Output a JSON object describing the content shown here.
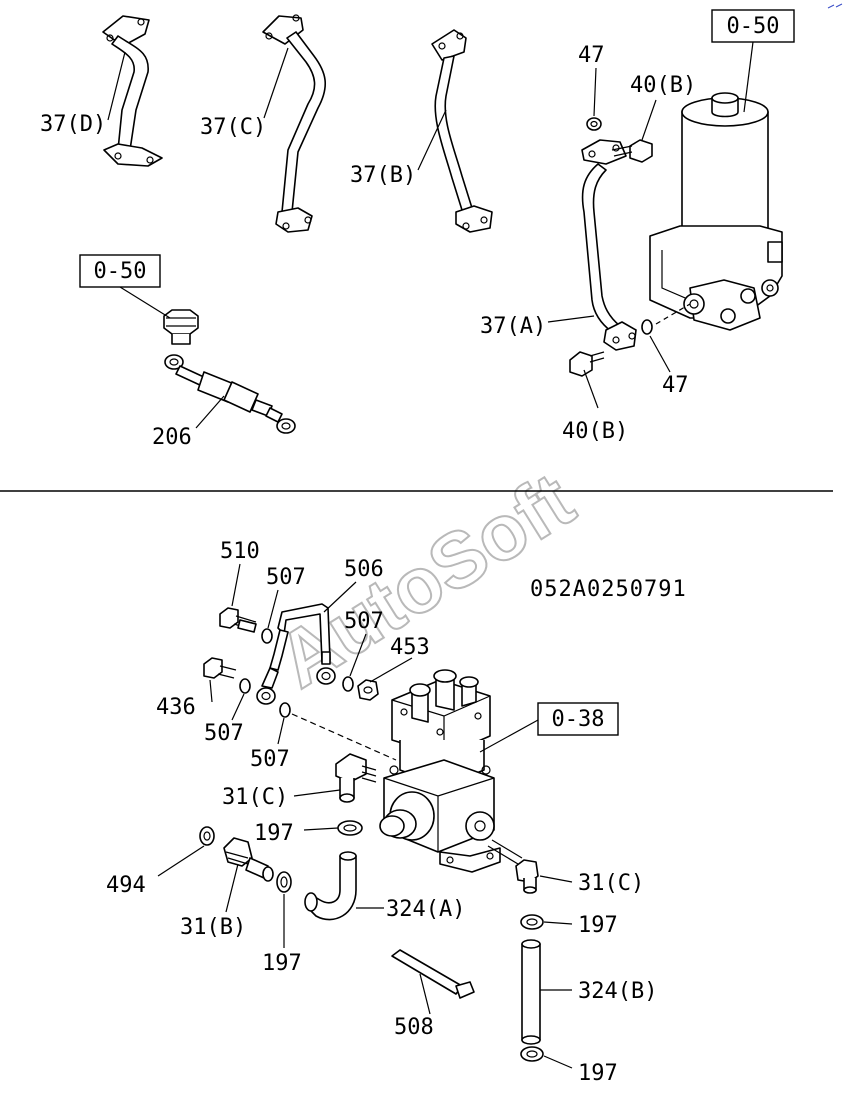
{
  "callouts": {
    "c37d": "37(D)",
    "c37c": "37(C)",
    "c37b": "37(B)",
    "c47_top": "47",
    "c40b_top": "40(B)",
    "c37a": "37(A)",
    "c47_bot": "47",
    "c40b_bot": "40(B)",
    "c206": "206",
    "c510": "510",
    "c507_a": "507",
    "c506": "506",
    "c507_b": "507",
    "c453": "453",
    "c436": "436",
    "c507_c": "507",
    "c507_d": "507",
    "c31c_left": "31(C)",
    "c197_a": "197",
    "c494": "494",
    "c31b": "31(B)",
    "c197_b": "197",
    "c324a": "324(A)",
    "c508": "508",
    "c31c_right": "31(C)",
    "c197_c": "197",
    "c324b": "324(B)",
    "c197_d": "197"
  },
  "refs": {
    "ref_top_right": "0-50",
    "ref_left": "0-50",
    "ref_pump": "0-38"
  },
  "diagram_code": "052A0250791",
  "watermark": "AutoSoft"
}
